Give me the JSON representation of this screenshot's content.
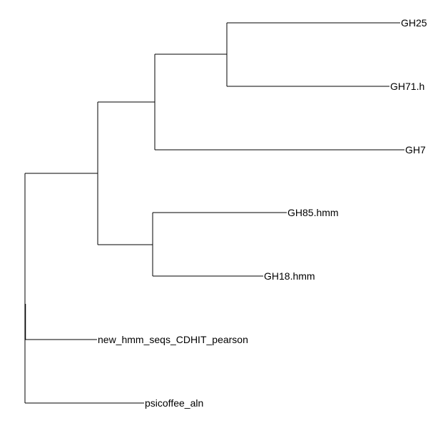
{
  "tree": {
    "tips": [
      {
        "id": "t1",
        "label": "GH25"
      },
      {
        "id": "t2",
        "label": "GH71.h"
      },
      {
        "id": "t3",
        "label": "GH7"
      },
      {
        "id": "t4",
        "label": "GH85.hmm"
      },
      {
        "id": "t5",
        "label": "GH18.hmm"
      },
      {
        "id": "t6",
        "label": "new_hmm_seqs_CDHIT_pearson"
      },
      {
        "id": "t7",
        "label": "psicoffee_aln"
      }
    ]
  }
}
